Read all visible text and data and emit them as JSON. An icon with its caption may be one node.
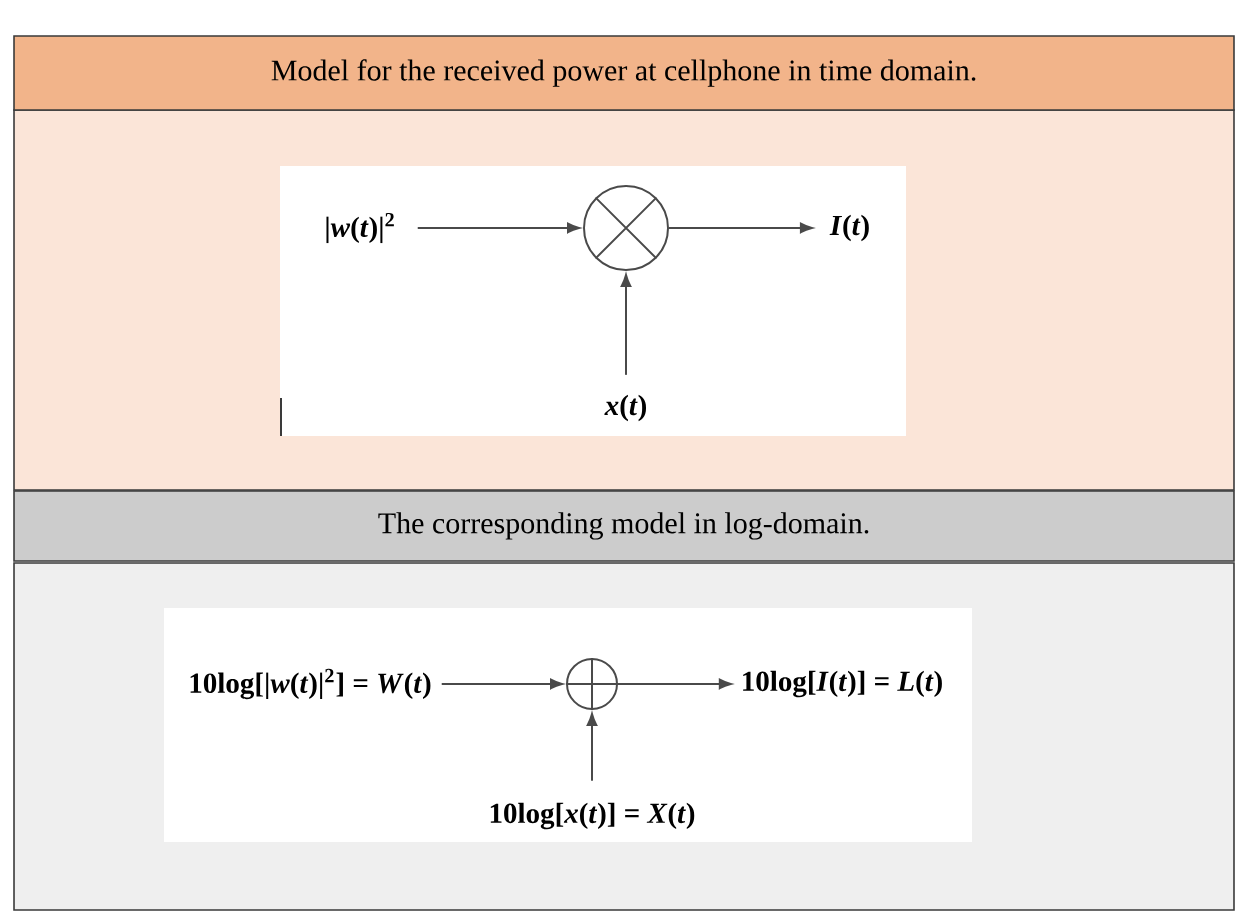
{
  "diagram": {
    "nodes": [
      {
        "text": [
          "Model for the received power at cellphone in time domain."
        ]
      },
      {
        "text": [],
        "shape": "box"
      },
      {
        "text": [
          "|*w*(*t*)|$^{2}$"
        ],
        "in": 1
      },
      {
        "text": [],
        "shape": "circle",
        "in": 1
      },
      {
        "text": [
          "*I*(*t*)"
        ],
        "in": 1
      },
      {
        "text": [
          "*x*(*t*)"
        ],
        "in": 1
      },
      {
        "text": [
          "The corresponding model in log-domain."
        ]
      },
      {
        "text": [],
        "shape": "box"
      },
      {
        "text": [
          "10log[|*w*(*t*)|$^{2}$] = *W*(*t*)"
        ],
        "in": 7
      },
      {
        "text": [],
        "shape": "circle",
        "in": 7
      },
      {
        "text": [
          "10log[*I*(*t*)] = *L*(*t*)"
        ],
        "in": 7
      },
      {
        "text": [
          "10log[*x*(*t*)] = *X*(*t*)"
        ],
        "in": 7
      }
    ],
    "edges": [
      {
        "from": 2,
        "to": 3,
        "arrow": "to"
      },
      {
        "from": 3,
        "to": 4,
        "arrow": "to"
      },
      {
        "from": 5,
        "to": 3,
        "arrow": "to"
      },
      {
        "from": 8,
        "to": 9,
        "arrow": "to"
      },
      {
        "from": 9,
        "to": 10,
        "arrow": "to"
      },
      {
        "from": 11,
        "to": 9,
        "arrow": "to"
      }
    ]
  }
}
